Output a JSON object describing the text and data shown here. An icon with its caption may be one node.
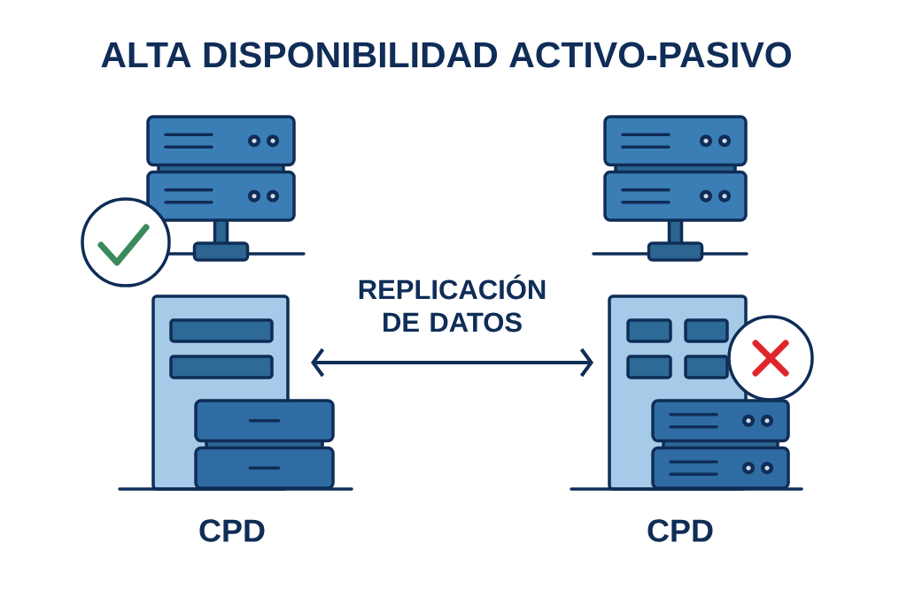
{
  "diagram": {
    "title": "ALTA DISPONIBILIDAD ACTIVO-PASIVO",
    "nodes": [
      {
        "text": [
          "CPD"
        ]
      },
      {
        "text": [
          "CPD"
        ]
      }
    ],
    "edges": [
      {
        "from": 0,
        "to": 1,
        "arrow": "both",
        "label": "REPLICACIÓN DE DATOS"
      }
    ]
  }
}
